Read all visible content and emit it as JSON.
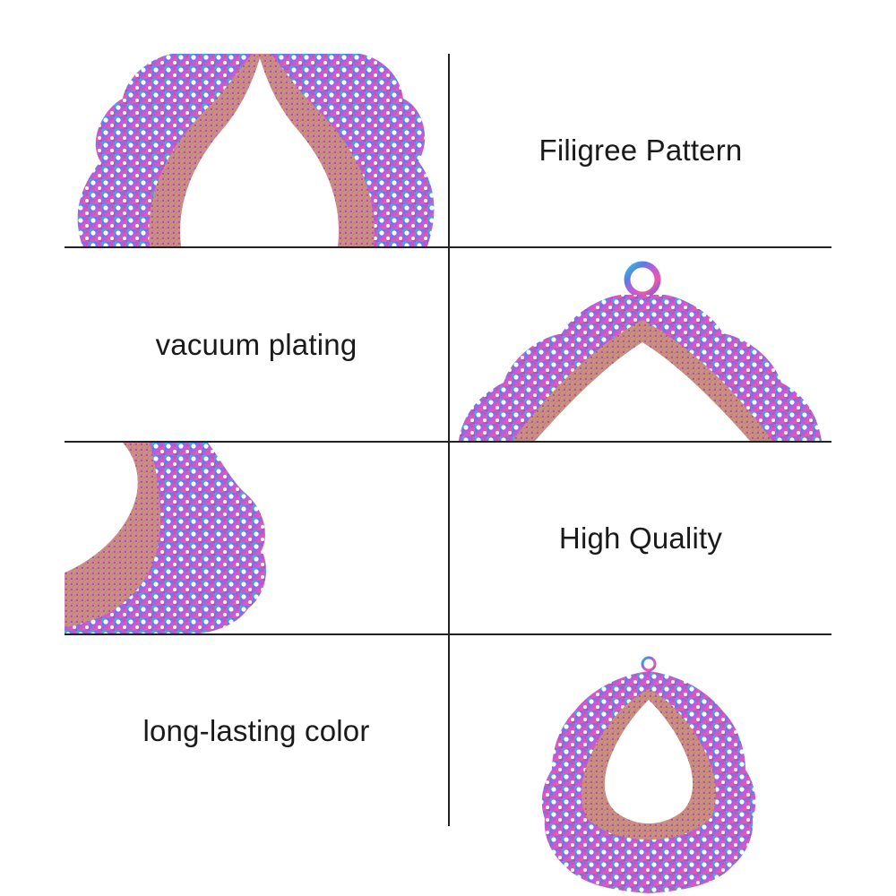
{
  "features": [
    {
      "label": "Filigree Pattern"
    },
    {
      "label": "vacuum plating"
    },
    {
      "label": "High Quality"
    },
    {
      "label": "long-lasting color"
    }
  ]
}
